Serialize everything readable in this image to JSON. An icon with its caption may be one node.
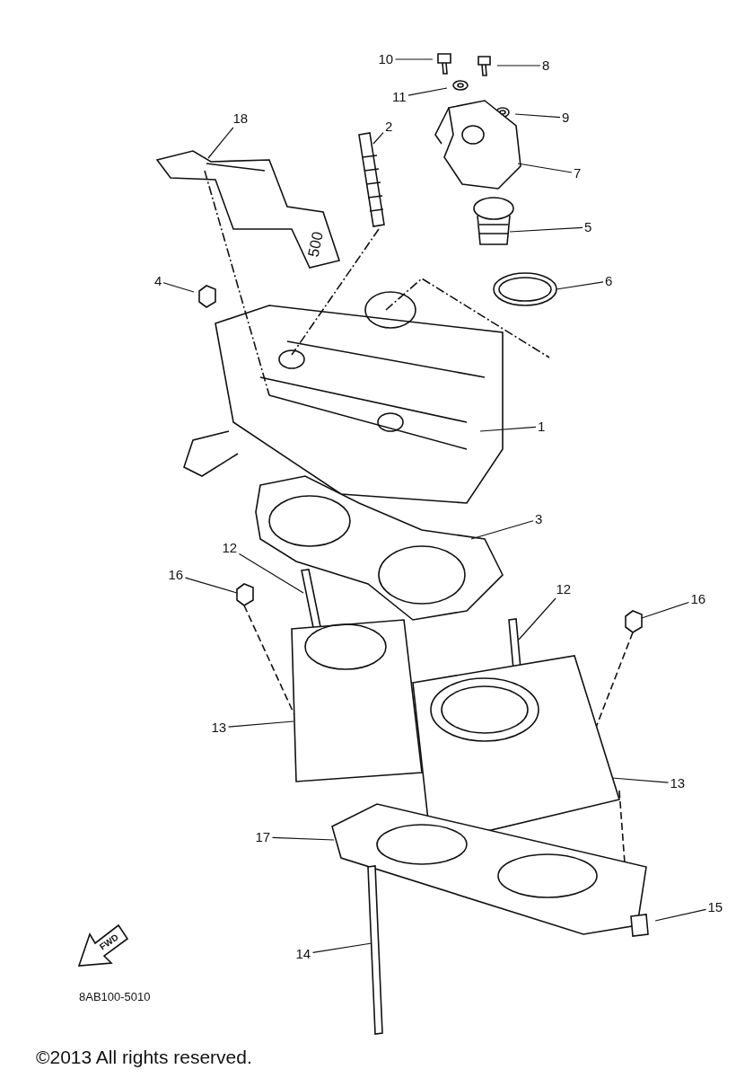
{
  "diagram": {
    "nodes": [
      {
        "text": [
          "10"
        ]
      },
      {
        "text": [
          "8"
        ]
      },
      {
        "text": [
          "11"
        ]
      },
      {
        "text": [
          "9"
        ]
      },
      {
        "text": [
          "18"
        ]
      },
      {
        "text": [
          "2"
        ]
      },
      {
        "text": [
          "7"
        ]
      },
      {
        "text": [
          "5"
        ]
      },
      {
        "text": [
          "4"
        ]
      },
      {
        "text": [
          "6"
        ]
      },
      {
        "text": [
          "1"
        ]
      },
      {
        "text": [
          "3"
        ]
      },
      {
        "text": [
          "12"
        ]
      },
      {
        "text": [
          "16"
        ]
      },
      {
        "text": [
          "12"
        ]
      },
      {
        "text": [
          "16"
        ]
      },
      {
        "text": [
          "13"
        ]
      },
      {
        "text": [
          "13"
        ]
      },
      {
        "text": [
          "17"
        ]
      },
      {
        "text": [
          "15"
        ]
      },
      {
        "text": [
          "14"
        ]
      }
    ],
    "edges": [
      {
        "from": 0,
        "to": null,
        "arrow": "none"
      },
      {
        "from": 1,
        "to": null,
        "arrow": "none"
      },
      {
        "from": 2,
        "to": null,
        "arrow": "none"
      },
      {
        "from": 3,
        "to": null,
        "arrow": "none"
      },
      {
        "from": 4,
        "to": null,
        "arrow": "none"
      },
      {
        "from": 5,
        "to": null,
        "arrow": "none"
      },
      {
        "from": 6,
        "to": null,
        "arrow": "none"
      },
      {
        "from": 7,
        "to": null,
        "arrow": "none"
      },
      {
        "from": 8,
        "to": null,
        "arrow": "none"
      },
      {
        "from": 9,
        "to": null,
        "arrow": "none"
      },
      {
        "from": 10,
        "to": null,
        "arrow": "none"
      },
      {
        "from": 11,
        "to": null,
        "arrow": "none"
      },
      {
        "from": 12,
        "to": null,
        "arrow": "none"
      },
      {
        "from": 13,
        "to": null,
        "arrow": "none"
      },
      {
        "from": 14,
        "to": null,
        "arrow": "none"
      },
      {
        "from": 15,
        "to": null,
        "arrow": "none"
      },
      {
        "from": 16,
        "to": null,
        "arrow": "none"
      },
      {
        "from": 17,
        "to": null,
        "arrow": "none"
      },
      {
        "from": 18,
        "to": null,
        "arrow": "none"
      },
      {
        "from": 19,
        "to": null,
        "arrow": "none"
      },
      {
        "from": 20,
        "to": null,
        "arrow": "none"
      }
    ],
    "labels": [
      "500",
      "FWD",
      "8AB100-5010",
      "©2013 All rights reserved."
    ]
  }
}
